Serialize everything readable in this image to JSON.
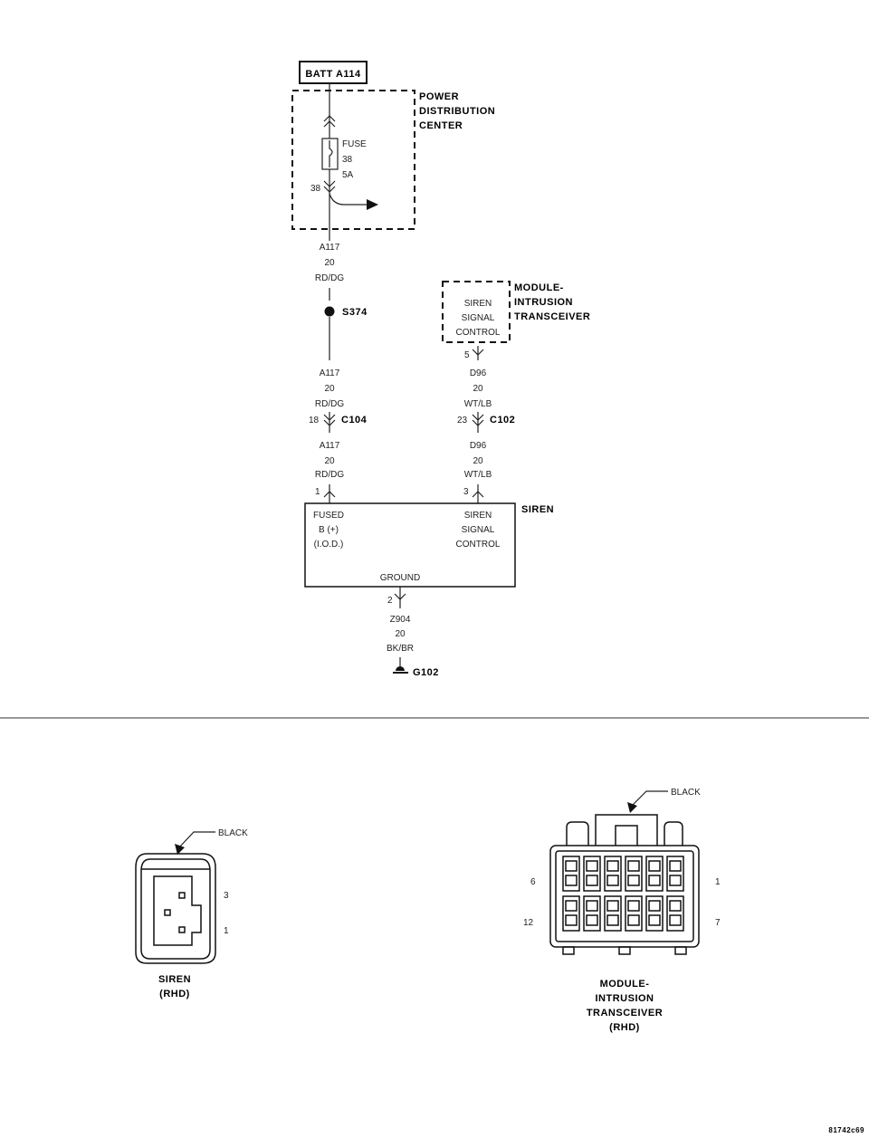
{
  "batt": "BATT A114",
  "pdc": {
    "line1": "POWER",
    "line2": "DISTRIBUTION",
    "line3": "CENTER"
  },
  "fuse": {
    "label": "FUSE",
    "num": "38",
    "amp": "5A",
    "pin": "38"
  },
  "wire_a117_top": {
    "id": "A117",
    "gauge": "20",
    "color": "RD/DG"
  },
  "splice": "S374",
  "wire_a117_mid": {
    "id": "A117",
    "gauge": "20",
    "color": "RD/DG"
  },
  "c104": {
    "pin": "18",
    "name": "C104"
  },
  "wire_a117_bot": {
    "id": "A117",
    "gauge": "20",
    "color": "RD/DG"
  },
  "siren_pin_fused": "1",
  "module": {
    "line1": "MODULE-",
    "line2": "INTRUSION",
    "line3": "TRANSCEIVER",
    "box1": "SIREN",
    "box2": "SIGNAL",
    "box3": "CONTROL",
    "pin": "5"
  },
  "wire_d96_top": {
    "id": "D96",
    "gauge": "20",
    "color": "WT/LB"
  },
  "c102": {
    "pin": "23",
    "name": "C102"
  },
  "wire_d96_bot": {
    "id": "D96",
    "gauge": "20",
    "color": "WT/LB"
  },
  "siren_pin_signal": "3",
  "siren": {
    "title": "SIREN",
    "left1": "FUSED",
    "left2": "B (+)",
    "left3": "(I.O.D.)",
    "right1": "SIREN",
    "right2": "SIGNAL",
    "right3": "CONTROL",
    "ground": "GROUND",
    "ground_pin": "2"
  },
  "wire_z904": {
    "id": "Z904",
    "gauge": "20",
    "color": "BK/BR"
  },
  "ground": "G102",
  "conn_siren": {
    "color_label": "BLACK",
    "pin3": "3",
    "pin1": "1",
    "title1": "SIREN",
    "title2": "(RHD)"
  },
  "conn_module": {
    "color_label": "BLACK",
    "pin6": "6",
    "pin1": "1",
    "pin12": "12",
    "pin7": "7",
    "title1": "MODULE-",
    "title2": "INTRUSION",
    "title3": "TRANSCEIVER",
    "title4": "(RHD)"
  },
  "figure_id": "81742c69"
}
